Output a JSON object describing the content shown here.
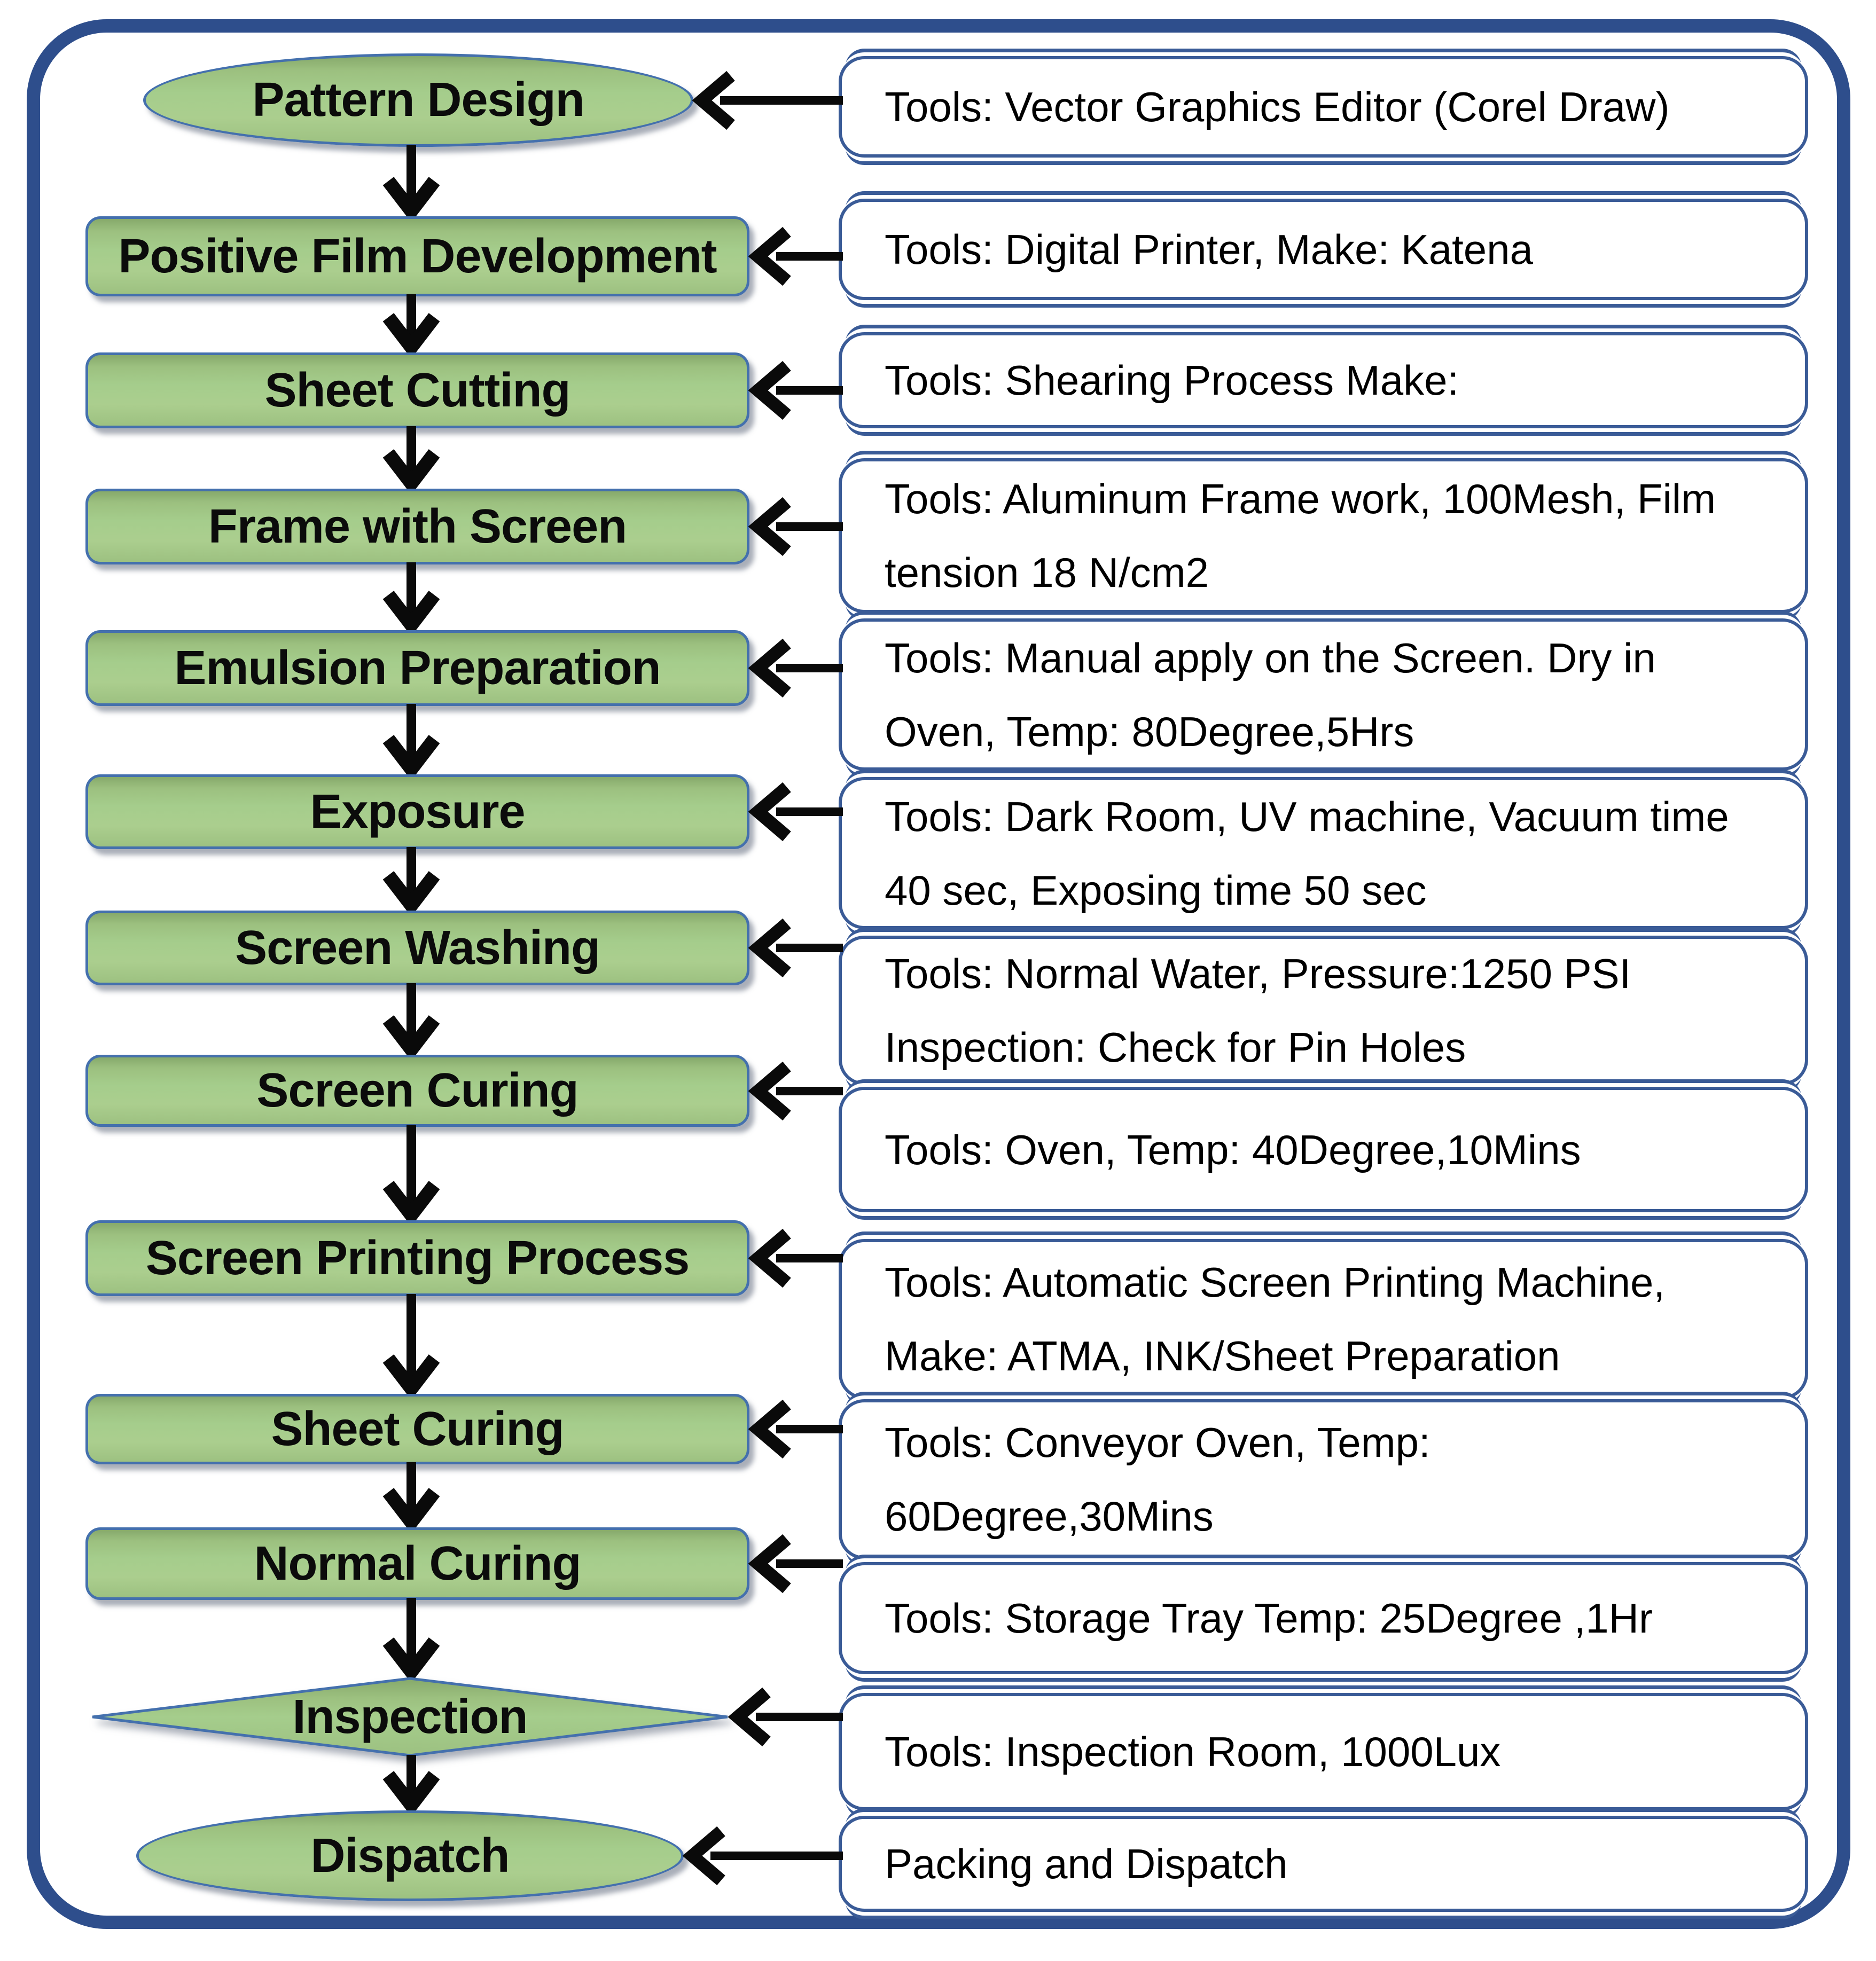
{
  "diagram_type": "process-flowchart",
  "colors": {
    "shape_fill": "#a5cd8c",
    "shape_fill_dark": "#86a96b",
    "shape_border": "#4470ad",
    "box_border": "#3a5b97",
    "frame_border": "#2e4e8c",
    "arrow": "#0a0a0a",
    "label": "#0b0b0b"
  },
  "steps": [
    {
      "label": "Pattern Design",
      "shape": "ellipse",
      "tool_lines": [
        "Tools: Vector Graphics Editor (Corel Draw)"
      ]
    },
    {
      "label": "Positive Film Development",
      "shape": "rect",
      "tool_lines": [
        "Tools: Digital Printer, Make: Katena"
      ]
    },
    {
      "label": "Sheet Cutting",
      "shape": "rect",
      "tool_lines": [
        "Tools: Shearing Process Make:"
      ]
    },
    {
      "label": "Frame with Screen",
      "shape": "rect",
      "tool_lines": [
        "Tools: Aluminum Frame work, 100Mesh, Film",
        "tension 18 N/cm2"
      ]
    },
    {
      "label": "Emulsion Preparation",
      "shape": "rect",
      "tool_lines": [
        "Tools: Manual apply on the Screen. Dry in",
        "Oven, Temp: 80Degree,5Hrs"
      ]
    },
    {
      "label": "Exposure",
      "shape": "rect",
      "tool_lines": [
        "Tools: Dark Room, UV machine, Vacuum time",
        "40 sec, Exposing time 50 sec"
      ]
    },
    {
      "label": "Screen Washing",
      "shape": "rect",
      "tool_lines": [
        "Tools: Normal Water, Pressure:1250 PSI",
        "Inspection: Check for Pin Holes"
      ]
    },
    {
      "label": "Screen Curing",
      "shape": "rect",
      "tool_lines": [
        "Tools: Oven, Temp: 40Degree,10Mins"
      ]
    },
    {
      "label": "Screen Printing Process",
      "shape": "rect",
      "tool_lines": [
        "Tools: Automatic Screen Printing Machine,",
        "Make: ATMA, INK/Sheet Preparation"
      ]
    },
    {
      "label": "Sheet Curing",
      "shape": "rect",
      "tool_lines": [
        "Tools: Conveyor Oven, Temp:",
        "60Degree,30Mins"
      ]
    },
    {
      "label": "Normal Curing",
      "shape": "rect",
      "tool_lines": [
        "Tools: Storage Tray Temp: 25Degree ,1Hr"
      ]
    },
    {
      "label": "Inspection",
      "shape": "diamond",
      "tool_lines": [
        "Tools: Inspection Room, 1000Lux"
      ]
    },
    {
      "label": "Dispatch",
      "shape": "ellipse",
      "tool_lines": [
        "Packing and Dispatch"
      ]
    }
  ]
}
